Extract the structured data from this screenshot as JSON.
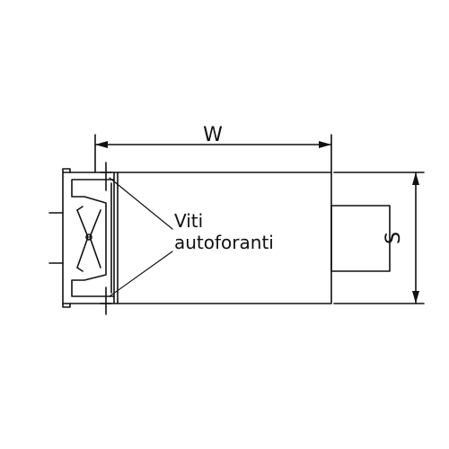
{
  "drawing": {
    "width_label": "W",
    "depth_label": "S",
    "note_line1": "Viti",
    "note_line2": "autoforanti",
    "stroke_color": "#111111",
    "background": "#ffffff"
  }
}
